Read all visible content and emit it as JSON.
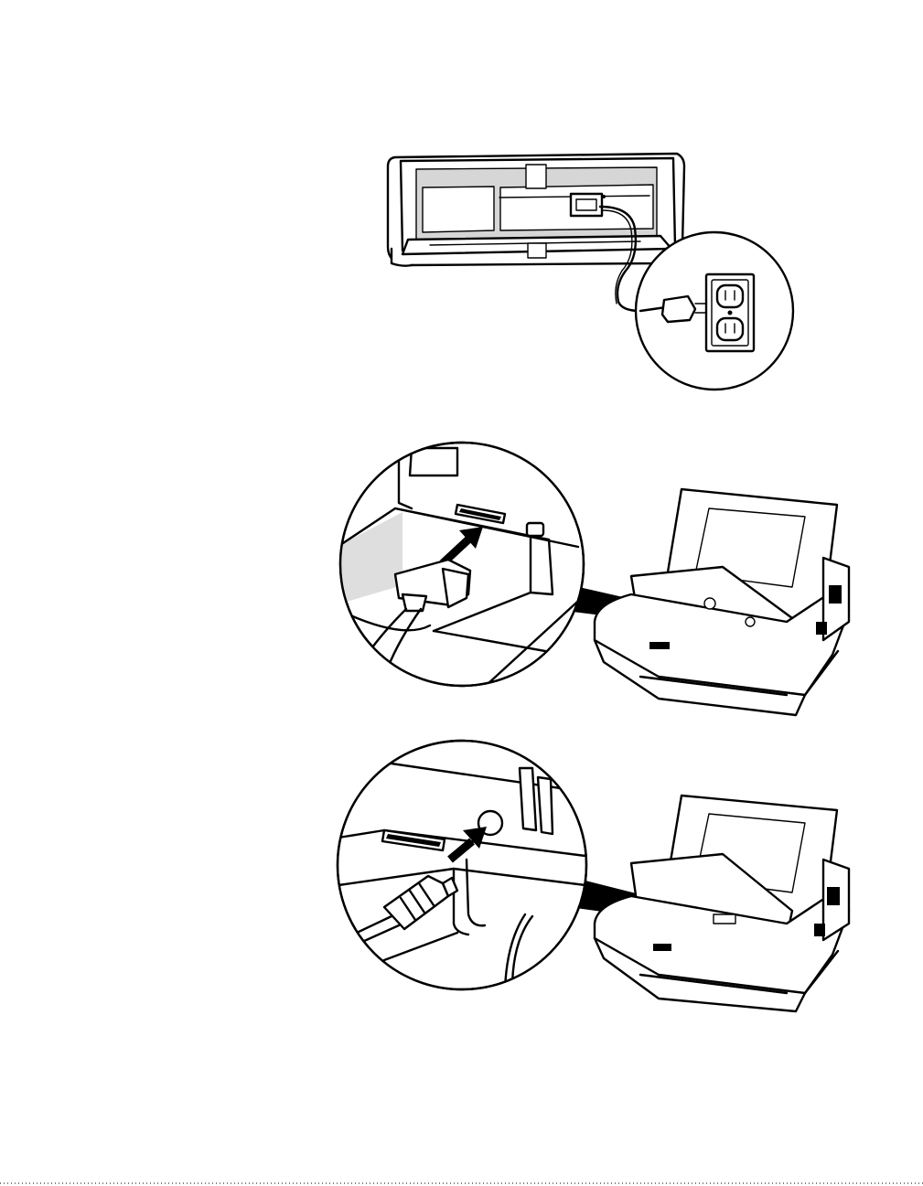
{
  "page": {
    "background": "#ffffff",
    "ink": "#000000",
    "figures": [
      {
        "id": "power-connection",
        "icons": [
          "printer-rear-icon",
          "power-cord-icon",
          "wall-outlet-icon",
          "magnifier-circle-icon"
        ]
      },
      {
        "id": "parallel-cable-connection",
        "icons": [
          "connector-port-icon",
          "cable-plug-icon",
          "insert-arrow-icon",
          "printer-open-icon",
          "callout-wedge-icon"
        ]
      },
      {
        "id": "power-adapter-connection",
        "icons": [
          "round-power-jack-icon",
          "power-plug-icon",
          "insert-arrow-icon",
          "printer-open-icon",
          "callout-wedge-icon"
        ]
      }
    ]
  }
}
